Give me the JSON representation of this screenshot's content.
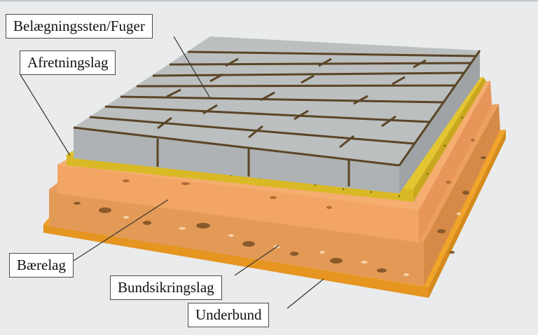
{
  "diagram": {
    "layers": [
      {
        "name": "Belægningssten/Fuger"
      },
      {
        "name": "Afretningslag"
      },
      {
        "name": "Bærelag"
      },
      {
        "name": "Bundsikringslag"
      },
      {
        "name": "Underbund"
      }
    ],
    "colors": {
      "background": "#e9ebed",
      "pavers": "#bcbfc0",
      "joints": "#5a4526",
      "bedding": "#e3c631",
      "base": "#f2a565",
      "subbase": "#e39a56",
      "subgrade": "#f1a32a"
    }
  }
}
